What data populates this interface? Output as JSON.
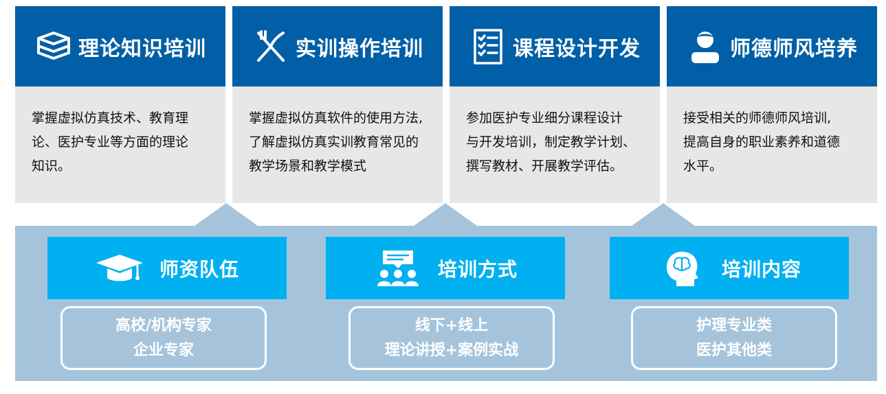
{
  "top_cards": [
    {
      "icon": "books-stack-icon",
      "title": "理论知识培训",
      "lines": [
        "掌握虚拟仿真技术、教育理",
        "论、医护专业等方面的理论",
        "知识。"
      ]
    },
    {
      "icon": "fork-knife-icon",
      "title": "实训操作培训",
      "lines": [
        "掌握虚拟仿真软件的使用方法,",
        "了解虚拟仿真实训教育常见的",
        "教学场景和教学模式"
      ]
    },
    {
      "icon": "checklist-icon",
      "title": "课程设计开发",
      "lines": [
        "参加医护专业细分课程设计",
        "与开发培训，制定教学计划、",
        "撰写教材、开展教学评估。"
      ]
    },
    {
      "icon": "person-icon",
      "title": "师德师风培养",
      "lines": [
        "接受相关的师德师风培训,",
        "提高自身的职业素养和道德",
        "水平。"
      ]
    }
  ],
  "bottom_groups": [
    {
      "icon": "graduation-cap-icon",
      "title": "师资队伍",
      "items": [
        "高校/机构专家",
        "企业专家"
      ]
    },
    {
      "icon": "group-presentation-icon",
      "title": "培训方式",
      "items": [
        "线下+线上",
        "理论讲授+案例实战"
      ]
    },
    {
      "icon": "head-brain-icon",
      "title": "培训内容",
      "items": [
        "护理专业类",
        "医护其他类"
      ]
    }
  ],
  "colors": {
    "header_blue": "#005FA6",
    "card_body_gray": "#E7E7E7",
    "panel_light_blue": "#A5C4DC",
    "category_cyan": "#00B0F0",
    "text_white": "#FFFFFF"
  }
}
